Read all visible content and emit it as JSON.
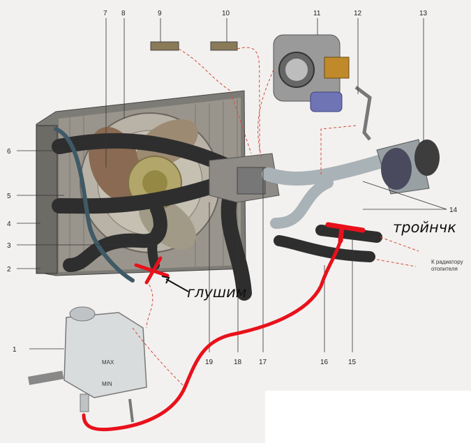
{
  "labels": {
    "n1": "1",
    "n2": "2",
    "n3": "3",
    "n4": "4",
    "n5": "5",
    "n6": "6",
    "n7": "7",
    "n8": "8",
    "n9": "9",
    "n10": "10",
    "n11": "11",
    "n12": "12",
    "n13": "13",
    "n14": "14",
    "n15": "15",
    "n16": "16",
    "n17": "17",
    "n18": "18",
    "n19": "19"
  },
  "tank": {
    "max": "MAX",
    "min": "MIN"
  },
  "annotations": {
    "tee": "тройнчк",
    "plug": "глушим",
    "heater_line1": "К радиатору",
    "heater_line2": "отопителя"
  },
  "colors": {
    "red_marker": "#e8111b",
    "hose": "#2e2e2e",
    "radiator": "#8a8a82",
    "pipe": "#a9b2b6",
    "tank": "#d9dcdd"
  }
}
